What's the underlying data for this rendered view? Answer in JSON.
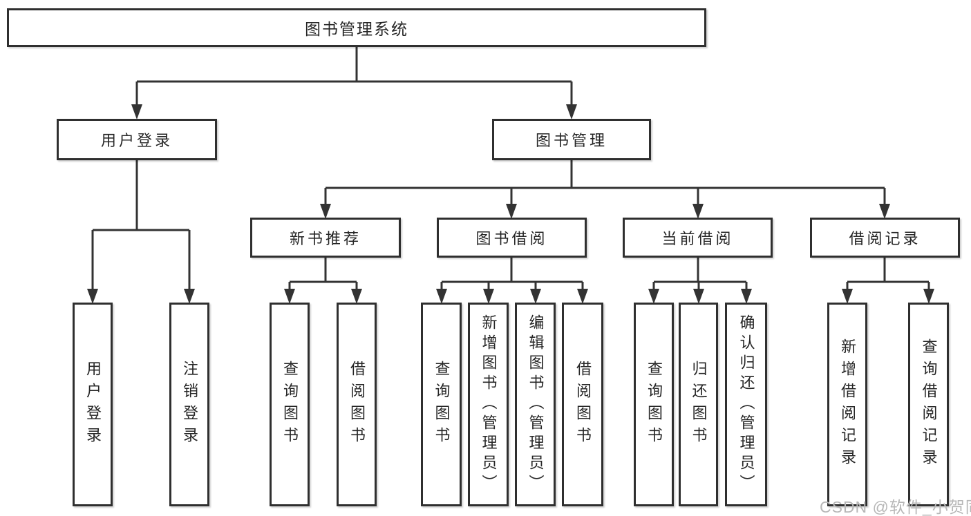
{
  "tree": {
    "label": "图书管理系统",
    "children": [
      {
        "label": "用户登录",
        "children": [
          {
            "label": "用户登录"
          },
          {
            "label": "注销登录"
          }
        ]
      },
      {
        "label": "图书管理",
        "children": [
          {
            "label": "新书推荐",
            "children": [
              {
                "label": "查询图书"
              },
              {
                "label": "借阅图书"
              }
            ]
          },
          {
            "label": "图书借阅",
            "children": [
              {
                "label": "查询图书"
              },
              {
                "label": "新增图书（管理员）"
              },
              {
                "label": "编辑图书（管理员）"
              },
              {
                "label": "借阅图书"
              }
            ]
          },
          {
            "label": "当前借阅",
            "children": [
              {
                "label": "查询图书"
              },
              {
                "label": "归还图书"
              },
              {
                "label": "确认归还（管理员）"
              }
            ]
          },
          {
            "label": "借阅记录",
            "children": [
              {
                "label": "新增借阅记录"
              },
              {
                "label": "查询借阅记录"
              }
            ]
          }
        ]
      }
    ]
  },
  "watermark": "CSDN @软件_小贺同学",
  "colors": {
    "line": "#333333",
    "box_border": "#2f2f2f",
    "box_background": "#ffffff",
    "text": "#262626",
    "watermark": "#b7b7b7"
  }
}
